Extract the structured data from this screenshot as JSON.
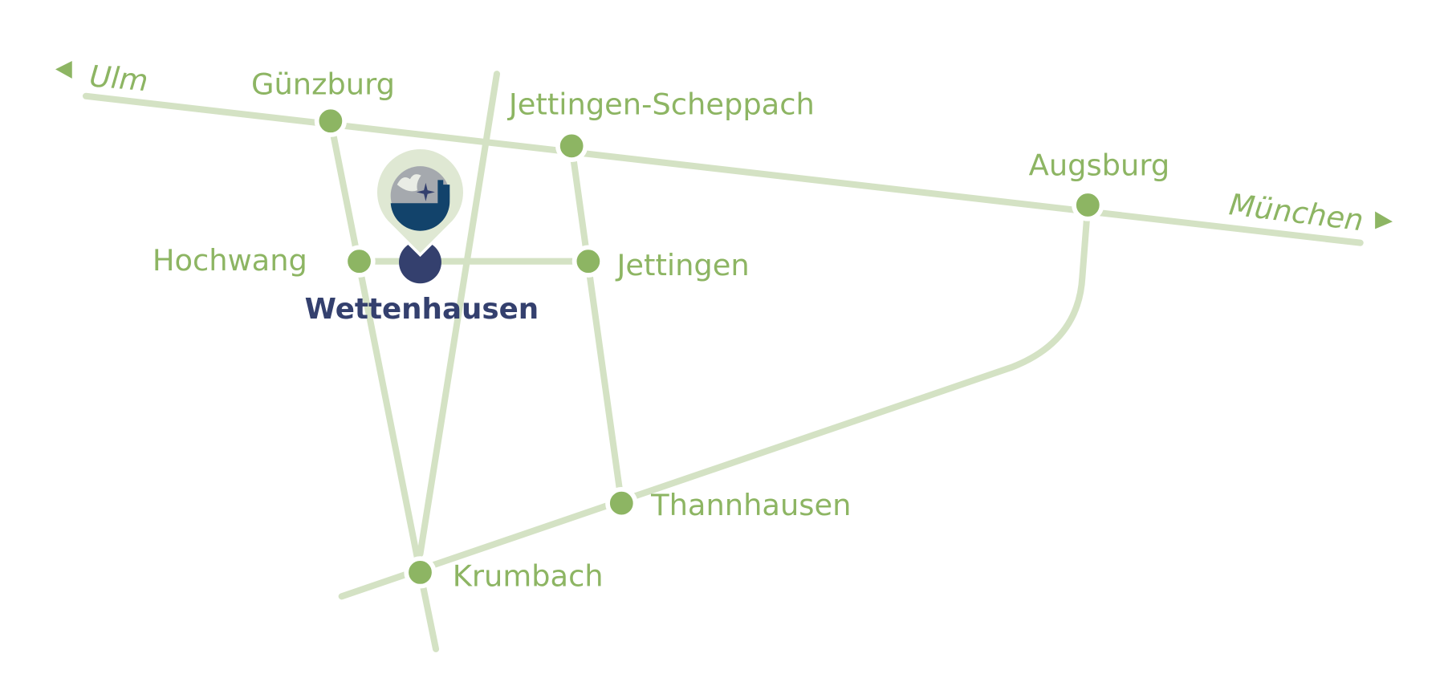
{
  "map": {
    "colors": {
      "road": "#d4e2c4",
      "place": "#8db563",
      "highlight": "#34406e",
      "pin": "#dfe8d3"
    },
    "directions": {
      "west": "Ulm",
      "east": "München"
    },
    "places": {
      "guenzburg": "Günzburg",
      "jettingen_scheppach": "Jettingen-Scheppach",
      "augsburg": "Augsburg",
      "hochwang": "Hochwang",
      "jettingen": "Jettingen",
      "thannhausen": "Thannhausen",
      "krumbach": "Krumbach"
    },
    "highlight": {
      "label": "Wettenhausen",
      "icon": "map-pin-logo"
    }
  }
}
